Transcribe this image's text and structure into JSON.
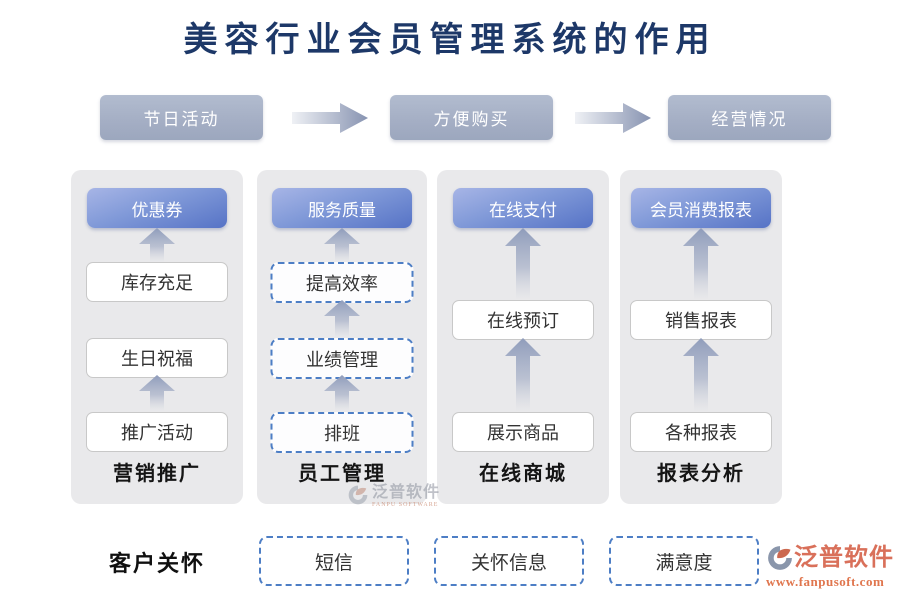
{
  "title": "美容行业会员管理系统的作用",
  "flow": {
    "step1": "节日活动",
    "step2": "方便购买",
    "step3": "经营情况"
  },
  "columns": [
    {
      "header": "优惠券",
      "footer": "营销推广",
      "box_style": "solid",
      "boxes": [
        "库存充足",
        "生日祝福",
        "推广活动"
      ]
    },
    {
      "header": "服务质量",
      "footer": "员工管理",
      "box_style": "dashed",
      "boxes": [
        "提高效率",
        "业绩管理",
        "排班"
      ]
    },
    {
      "header": "在线支付",
      "footer": "在线商城",
      "box_style": "solid",
      "boxes": [
        "在线预订",
        "展示商品"
      ]
    },
    {
      "header": "会员消费报表",
      "footer": "报表分析",
      "box_style": "solid",
      "boxes": [
        "销售报表",
        "各种报表"
      ]
    }
  ],
  "customer_care": {
    "label": "客户关怀",
    "boxes": [
      "短信",
      "关怀信息",
      "满意度"
    ]
  },
  "watermark": {
    "brand": "泛普软件",
    "brand_sub": "FANPU SOFTWARE",
    "url": "www.fanpusoft.com"
  },
  "colors": {
    "title_text": "#1d3868",
    "flow_button": "#a4aec4",
    "header_gradient_start": "#a7b5e6",
    "header_gradient_end": "#5673c6",
    "panel_background": "#e9e9eb",
    "solid_box_border": "#c8c8c8",
    "dashed_box_border": "#4d7ec5",
    "arrow_gray": "#8f9cbb",
    "watermark_brand": "#d9705a",
    "watermark_url": "#e0764e",
    "watermark_logo_gray": "#8a96ab",
    "watermark_logo_orange": "#cc6950"
  }
}
